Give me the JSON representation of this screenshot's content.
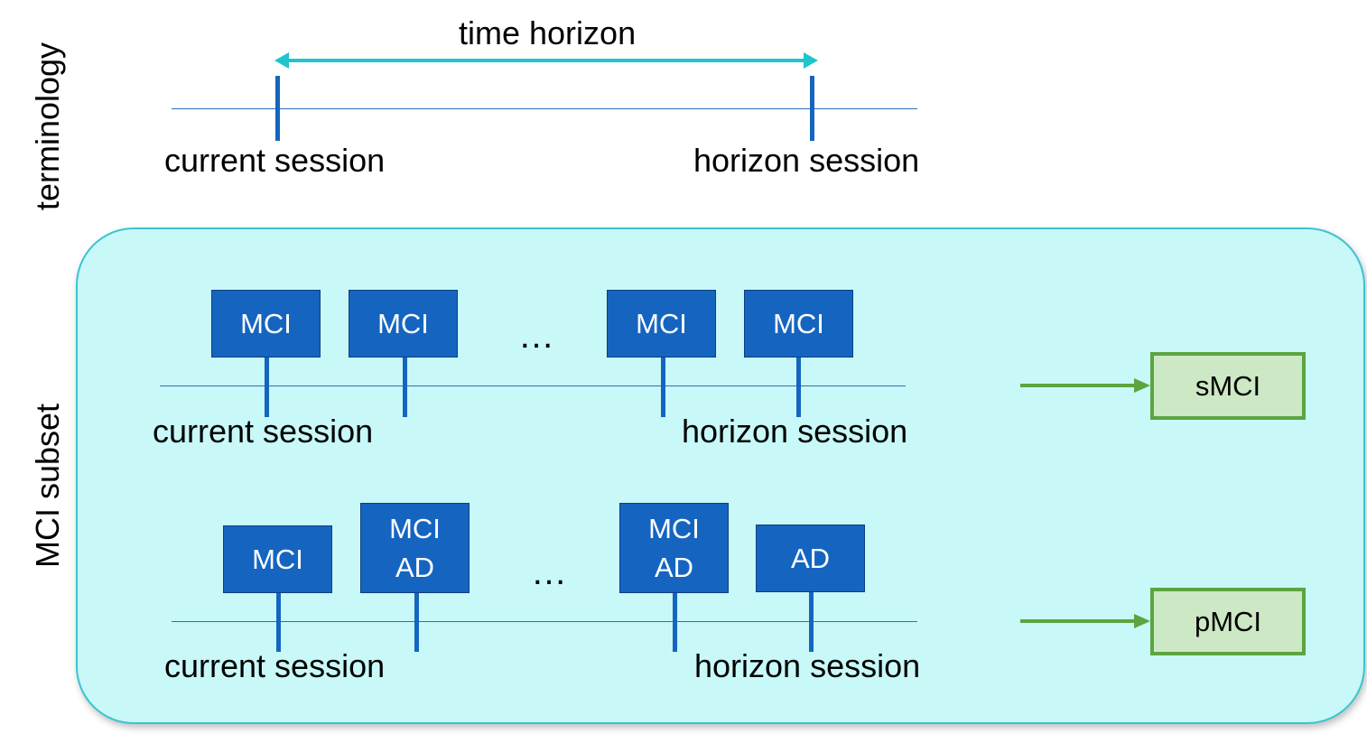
{
  "side_labels": {
    "top": "terminology",
    "bottom": "MCI subset"
  },
  "terminology": {
    "title": "time horizon",
    "current": "current session",
    "horizon": "horizon session"
  },
  "row1": {
    "boxes": [
      "MCI",
      "MCI",
      "MCI",
      "MCI"
    ],
    "dots": "…",
    "current": "current session",
    "horizon": "horizon session",
    "outcome": "sMCI"
  },
  "row2": {
    "boxes": [
      {
        "line1": "MCI",
        "line2": ""
      },
      {
        "line1": "MCI",
        "line2": "AD"
      },
      {
        "line1": "MCI",
        "line2": "AD"
      },
      {
        "line1": "AD",
        "line2": ""
      }
    ],
    "dots": "…",
    "current": "current session",
    "horizon": "horizon session",
    "outcome": "pMCI"
  },
  "colors": {
    "arrow_cyan": "#20c4cc",
    "box_blue": "#1565c0",
    "panel_fill": "#c8f8f8",
    "outcome_green": "#5ba540",
    "outcome_fill": "#cce8c4"
  }
}
